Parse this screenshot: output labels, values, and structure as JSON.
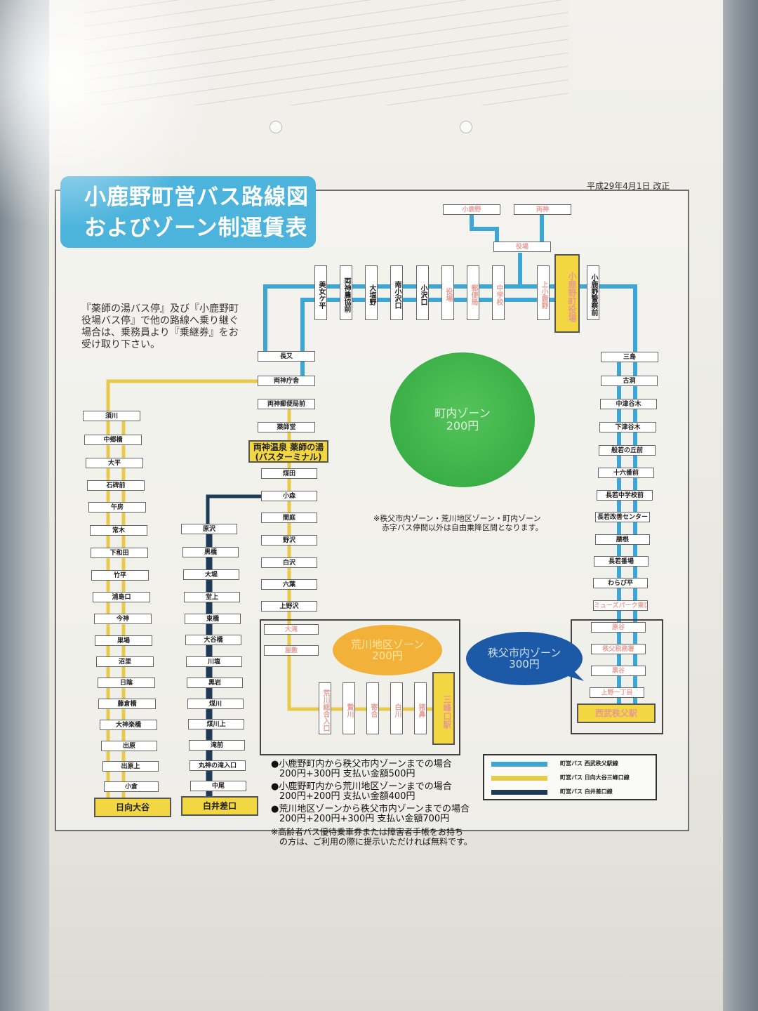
{
  "title": {
    "line1": "小鹿野町営バス路線図",
    "line2": "およびゾーン制運賃表"
  },
  "revision_date": "平成29年4月1日 改正",
  "transfer_note": "『薬師の湯バス停』及び『小鹿野町役場バス停』で他の路線へ乗り継ぐ場合は、乗務員より『乗継券』をお受け取り下さい。",
  "colors": {
    "route_blue": "#3ea6d6",
    "route_yellow": "#e9c94a",
    "route_navy": "#1f3a57",
    "zone_green": "#34ab42",
    "zone_orange": "#f2b23a",
    "zone_blue": "#1c5aa7"
  },
  "top_branch": {
    "left": "小鹿野",
    "right": "両神",
    "bottom": "役場"
  },
  "top_stops": [
    "美女ケ平",
    "両神農協前",
    "大塩野",
    "南小沢口",
    "小沢口",
    "役場",
    "郵便局",
    "中学校",
    "上小鹿野",
    "小鹿野警察前"
  ],
  "terminal_top": "小鹿野町役場",
  "center_stops": [
    "長又",
    "両神庁舎",
    "両神郵便局前",
    "薬師堂"
  ],
  "center_terminal": "両神温泉 薬師の湯 (バスターミナル)",
  "center_lower_stops": [
    "煤田",
    "小森",
    "間庭",
    "野沢",
    "白沢",
    "六葉",
    "上野沢",
    "大滝",
    "屋敷"
  ],
  "left_line": [
    "須川",
    "中郷橋",
    "大平",
    "石碑前",
    "午房",
    "常木",
    "下和田",
    "竹平",
    "浦島口",
    "今神",
    "巣場",
    "沼里",
    "日陰",
    "藤倉橋",
    "大神楽橋",
    "出原",
    "出原上",
    "小倉"
  ],
  "left_terminal": "日向大谷",
  "mid_line": [
    "原沢",
    "黒橋",
    "大堤",
    "堂上",
    "東橋",
    "大谷橋",
    "川塩",
    "黒岩",
    "煤川",
    "煤川上",
    "滝前",
    "丸神の滝入口",
    "中尾"
  ],
  "mid_terminal": "白井差口",
  "right_line": [
    "三島",
    "古洞",
    "中津谷木",
    "下津谷木",
    "般若の丘前",
    "十六番前",
    "長若中学校前",
    "長若改善センター",
    "腰根",
    "長若番場",
    "わらび平",
    "ミューズパーク東口"
  ],
  "right_lower_stops": [
    "原谷",
    "秩父税務署",
    "黒谷",
    "上野一丁目"
  ],
  "right_terminal": "西武秩父駅",
  "arakawa_stops": [
    "荒川総合入口",
    "贄川",
    "寄合",
    "白川",
    "猪鼻"
  ],
  "arakawa_terminal": "三峰口駅",
  "zones": {
    "town": {
      "name": "町内ゾーン",
      "fare": "200円"
    },
    "arakawa": {
      "name": "荒川地区ゾーン",
      "fare": "200円"
    },
    "chichibu": {
      "name": "秩父市内ゾーン",
      "fare": "300円"
    }
  },
  "zone_note_1": "※秩父市内ゾーン・荒川地区ゾーン・町内ゾーン",
  "zone_note_2": "赤字バス停間以外は自由乗降区間となります。",
  "fares": [
    {
      "line1": "●小鹿野町内から秩父市内ゾーンまでの場合",
      "line2": "200円+300円 支払い金額500円"
    },
    {
      "line1": "●小鹿野町内から荒川地区ゾーンまでの場合",
      "line2": "200円+200円 支払い金額400円"
    },
    {
      "line1": "●荒川地区ゾーンから秩父市内ゾーンまでの場合",
      "line2": "200円+200円+300円 支払い金額700円"
    }
  ],
  "senior_note_1": "※高齢者バス優待乗車券または障害者手帳をお持ち",
  "senior_note_2": "の方は、ご利用の際に提示いただければ無料です。",
  "legend": [
    {
      "color": "#3ea6d6",
      "label": "町営バス 西武秩父駅線"
    },
    {
      "color": "#e9c94a",
      "label": "町営バス 日向大谷三峰口線"
    },
    {
      "color": "#1f3a57",
      "label": "町営バス 白井差口線"
    }
  ]
}
